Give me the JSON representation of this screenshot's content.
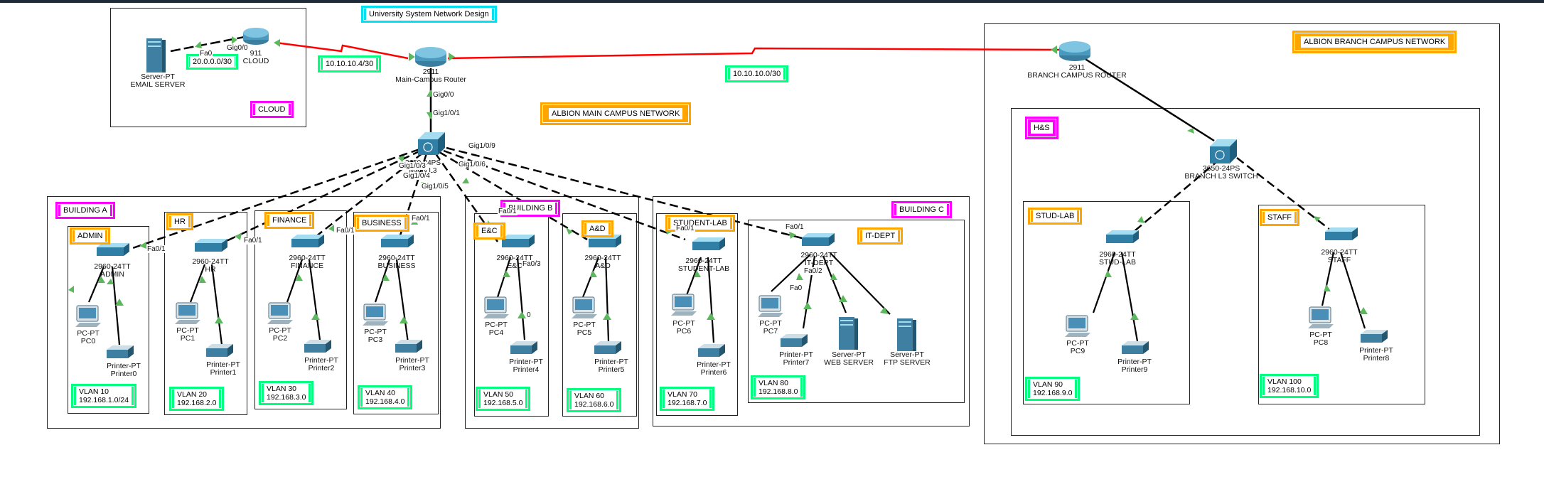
{
  "title": "University System Network Design",
  "areas": {
    "main_campus": "ALBION MAIN CAMPUS NETWORK",
    "branch_campus": "ALBION BRANCH CAMPUS NETWORK",
    "cloud": "CLOUD",
    "building_a": "BUILDING A",
    "building_b": "BUILDING B",
    "building_c": "BUILDING C",
    "hs": "H&S"
  },
  "departments": {
    "admin": "ADMIN",
    "hr": "HR",
    "finance": "FINANCE",
    "business": "BUSINESS",
    "ec": "E&C",
    "ad": "A&D",
    "student_lab": "STUDENT-LAB",
    "it_dept": "IT-DEPT",
    "stud_lab": "STUD-LAB",
    "staff": "STAFF"
  },
  "links": {
    "cloud_subnet": "20.0.0.0/30",
    "main_link": "10.10.10.4/30",
    "branch_link": "10.10.10.0/30"
  },
  "vlans": {
    "v10": {
      "name": "VLAN 10",
      "net": "192.168.1.0/24"
    },
    "v20": {
      "name": "VLAN 20",
      "net": "192.168.2.0"
    },
    "v30": {
      "name": "VLAN 30",
      "net": "192.168.3.0"
    },
    "v40": {
      "name": "VLAN 40",
      "net": "192.168.4.0"
    },
    "v50": {
      "name": "VLAN 50",
      "net": "192.168.5.0"
    },
    "v60": {
      "name": "VLAN 60",
      "net": "192.168.6.0"
    },
    "v70": {
      "name": "VLAN 70",
      "net": "192.168.7.0"
    },
    "v80": {
      "name": "VLAN 80",
      "net": "192.168.8.0"
    },
    "v90": {
      "name": "VLAN 90",
      "net": "192.168.9.0"
    },
    "v100": {
      "name": "VLAN 100",
      "net": "192.168.10.0"
    }
  },
  "devices": {
    "email_server": {
      "model": "Server-PT",
      "name": "EMAIL SERVER"
    },
    "cloud_router": {
      "model": "911",
      "name": "CLOUD"
    },
    "main_router": {
      "model": "2911",
      "name": "Main-Campus Router"
    },
    "branch_router": {
      "model": "2911",
      "name": "BRANCH CAMPUS ROUTER"
    },
    "main_l3": {
      "model": "3650-24PS",
      "name": "MAIN L3"
    },
    "branch_l3": {
      "model": "3650-24PS",
      "name": "BRANCH L3 SWITCH"
    },
    "sw_admin": {
      "model": "2960-24TT",
      "name": "ADMIN"
    },
    "sw_hr": {
      "model": "2960-24TT",
      "name": "HR"
    },
    "sw_finance": {
      "model": "2960-24TT",
      "name": "FINANCE"
    },
    "sw_business": {
      "model": "2960-24TT",
      "name": "BUSINESS"
    },
    "sw_ec": {
      "model": "2960-24TT",
      "name": "E&C"
    },
    "sw_ad": {
      "model": "2960-24TT",
      "name": "A&D"
    },
    "sw_studentlab": {
      "model": "2960-24TT",
      "name": "STUDENT-LAB"
    },
    "sw_it": {
      "model": "2960-24TT",
      "name": "IT-DEPT"
    },
    "sw_studlab": {
      "model": "2960-24TT",
      "name": "STUD-LAB"
    },
    "sw_staff": {
      "model": "2960-24TT",
      "name": "STAFF"
    },
    "pc0": {
      "model": "PC-PT",
      "name": "PC0"
    },
    "pc1": {
      "model": "PC-PT",
      "name": "PC1"
    },
    "pc2": {
      "model": "PC-PT",
      "name": "PC2"
    },
    "pc3": {
      "model": "PC-PT",
      "name": "PC3"
    },
    "pc4": {
      "model": "PC-PT",
      "name": "PC4"
    },
    "pc5": {
      "model": "PC-PT",
      "name": "PC5"
    },
    "pc6": {
      "model": "PC-PT",
      "name": "PC6"
    },
    "pc7": {
      "model": "PC-PT",
      "name": "PC7"
    },
    "pc8": {
      "model": "PC-PT",
      "name": "PC8"
    },
    "pc9": {
      "model": "PC-PT",
      "name": "PC9"
    },
    "printer0": {
      "model": "Printer-PT",
      "name": "Printer0"
    },
    "printer1": {
      "model": "Printer-PT",
      "name": "Printer1"
    },
    "printer2": {
      "model": "Printer-PT",
      "name": "Printer2"
    },
    "printer3": {
      "model": "Printer-PT",
      "name": "Printer3"
    },
    "printer4": {
      "model": "Printer-PT",
      "name": "Printer4"
    },
    "printer5": {
      "model": "Printer-PT",
      "name": "Printer5"
    },
    "printer6": {
      "model": "Printer-PT",
      "name": "Printer6"
    },
    "printer7": {
      "model": "Printer-PT",
      "name": "Printer7"
    },
    "printer8": {
      "model": "Printer-PT",
      "name": "Printer8"
    },
    "printer9": {
      "model": "Printer-PT",
      "name": "Printer9"
    },
    "web_server": {
      "model": "Server-PT",
      "name": "WEB SERVER"
    },
    "ftp_server": {
      "model": "Server-PT",
      "name": "FTP SERVER"
    }
  },
  "ports": {
    "fa0": "Fa0",
    "gig00": "Gig0/0",
    "gig101": "Gig1/0/1",
    "gig103": "Gig1/0/3",
    "gig104": "Gig1/0/4",
    "gig105": "Gig1/0/5",
    "gig106": "Gig1/0/6",
    "gig109": "Gig1/0/9",
    "fa01": "Fa0/1",
    "fa02": "Fa0/2",
    "fa03": "Fa0/3",
    "zero": "0"
  },
  "colors": {
    "wan": "#ff0000",
    "link": "#000000",
    "port_up": "#5cb85c",
    "yellow": "#ffa500",
    "magenta": "#ff00ff",
    "cyan": "#00e0f0",
    "green": "#00ff7f"
  }
}
